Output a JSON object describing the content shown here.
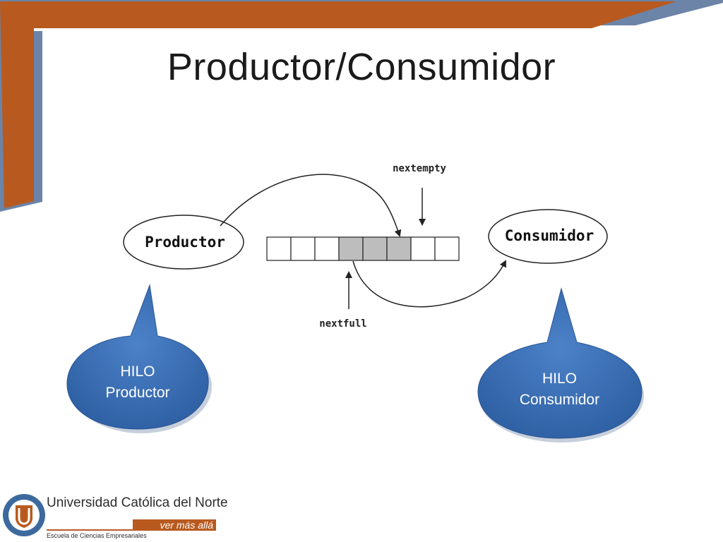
{
  "slide": {
    "title": "Productor/Consumidor"
  },
  "diagram": {
    "producer_label": "Productor",
    "consumer_label": "Consumidor",
    "nextempty_label": "nextempty",
    "nextfull_label": "nextfull",
    "buffer": {
      "slots": 8,
      "filled_slots": [
        3,
        4,
        5
      ]
    }
  },
  "callouts": {
    "producer": {
      "line1": "HILO",
      "line2": "Productor"
    },
    "consumer": {
      "line1": "HILO",
      "line2": "Consumidor"
    }
  },
  "footer": {
    "university": "Universidad Católica del Norte",
    "tagline": "ver más allá",
    "school": "Escuela de Ciencias Empresariales"
  },
  "colors": {
    "accent_orange": "#b85a1f",
    "accent_blue_gray": "#6b84a8",
    "callout_blue": "#3c6fb5",
    "slot_fill": "#bdbdbd"
  }
}
